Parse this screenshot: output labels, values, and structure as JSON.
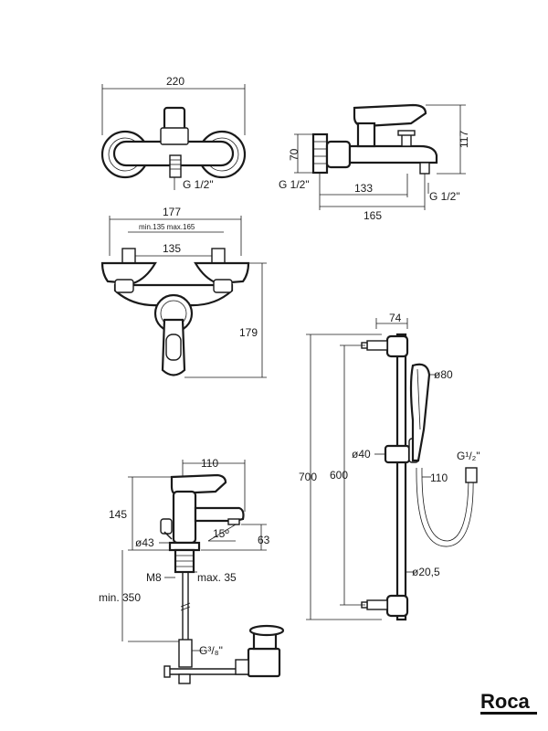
{
  "brand": {
    "logo_text": "Roca"
  },
  "views": {
    "front_bath_mixer": {
      "width": "220",
      "thread": "G 1/2\""
    },
    "side_bath_mixer": {
      "height_body": "70",
      "height_total": "117",
      "thread_left": "G 1/2\"",
      "thread_right": "G 1/2\"",
      "spout_len": "133",
      "depth": "165"
    },
    "top_bath_mixer": {
      "width": "177",
      "centers_range": "min.135 max.165",
      "centers": "135",
      "depth": "179"
    },
    "shower_kit": {
      "offset": "74",
      "handshower_dia": "ø80",
      "bracket_dia": "ø40",
      "rail_height": "700",
      "fixing_distance": "600",
      "hose_len": "110",
      "hose_thread": "G¹/₂\"",
      "rail_dia": "ø20,5"
    },
    "basin_mixer": {
      "spout_reach": "110",
      "height": "145",
      "angle": "15º",
      "base_dia": "ø43",
      "outlet_height": "63",
      "rod_thread": "M8",
      "max_thickness": "max. 35",
      "min_length": "min. 350",
      "waste_thread": "G³/₈\""
    }
  },
  "colors": {
    "line": "#1a1a1a",
    "background": "#ffffff"
  }
}
